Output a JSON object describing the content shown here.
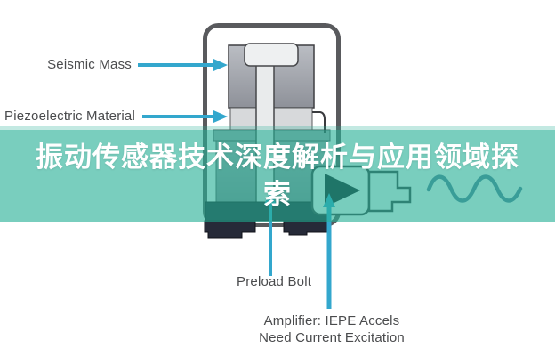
{
  "banner": {
    "title": "振动传感器技术深度解析与应用领域探索",
    "title_line1": "振动传感器技术深度解析与应用领域探",
    "title_line2": "索",
    "background_color": "#26B096",
    "text_color": "#FFFFFF"
  },
  "diagram": {
    "labels": {
      "seismic_mass": "Seismic Mass",
      "piezoelectric_material": "Piezoelectric Material",
      "preload_bolt": "Preload Bolt",
      "amplifier_line1": "Amplifier: IEPE Accels",
      "amplifier_line2": "Need Current Excitation"
    },
    "colors": {
      "pointer_arrow": "#33A7CD",
      "case_outline": "#595A5D",
      "seismic_mass_fill": "#A4A7AE",
      "piezo_fill": "#D7D9DB",
      "bolt_fill": "#EDEFF0",
      "base_dark": "#262A38",
      "sine_wave": "#587E9B",
      "label_text": "#4A4B4D"
    },
    "icons": [
      "accelerometer-cross-section-icon",
      "op-amp-triangle-icon",
      "sine-wave-icon"
    ]
  }
}
